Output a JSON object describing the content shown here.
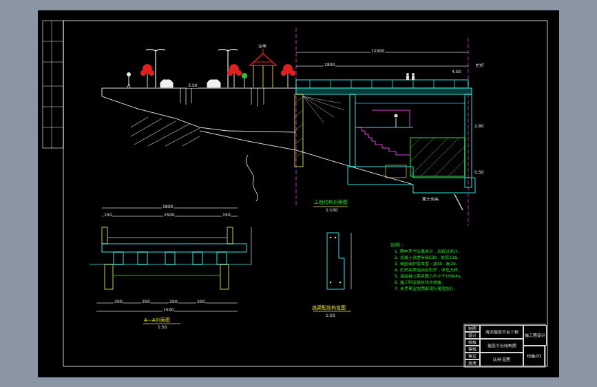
{
  "diagram": {
    "nodes": [
      {
        "text": [
          "制图"
        ]
      },
      {
        "text": [
          "设计"
        ]
      },
      {
        "text": [
          "校核"
        ]
      },
      {
        "text": [
          "审核"
        ]
      },
      {
        "text": [
          "审定"
        ]
      },
      {
        "text": [
          "批准"
        ]
      },
      {
        "text": [
          "海滨观景平台工程"
        ]
      },
      {
        "text": [
          "施工图设计"
        ]
      },
      {
        "text": [
          "观景平台结构图"
        ]
      },
      {
        "text": [
          "结施-01"
        ]
      },
      {
        "text": [
          "比例 见图"
        ]
      }
    ],
    "labels": [
      "工程结构剖面图",
      "1:100",
      "A—A剖面图",
      "1:50",
      "挑梁配筋构造图",
      "1:50",
      "说明：",
      "1. 图中尺寸以毫米计，高程以米计。",
      "2. 混凝土强度等级C30，垫层C15。",
      "3. 钢筋保护层厚度：梁30，板20。",
      "4. 栏杆采用花岗岩栏杆，详见大样。",
      "5. 基础持力层承载力不小于150kPa。",
      "6. 施工时应做好排水措施。",
      "7. 未尽事宜按国家现行规范执行。",
      "1800",
      "12000",
      "4.50",
      "2.80",
      "0.50",
      "栏杆",
      "1800",
      "1500",
      "150",
      "150",
      "200",
      "200",
      "200",
      "200",
      "1500",
      "凉亭",
      "3.50",
      "素土夯实"
    ]
  }
}
